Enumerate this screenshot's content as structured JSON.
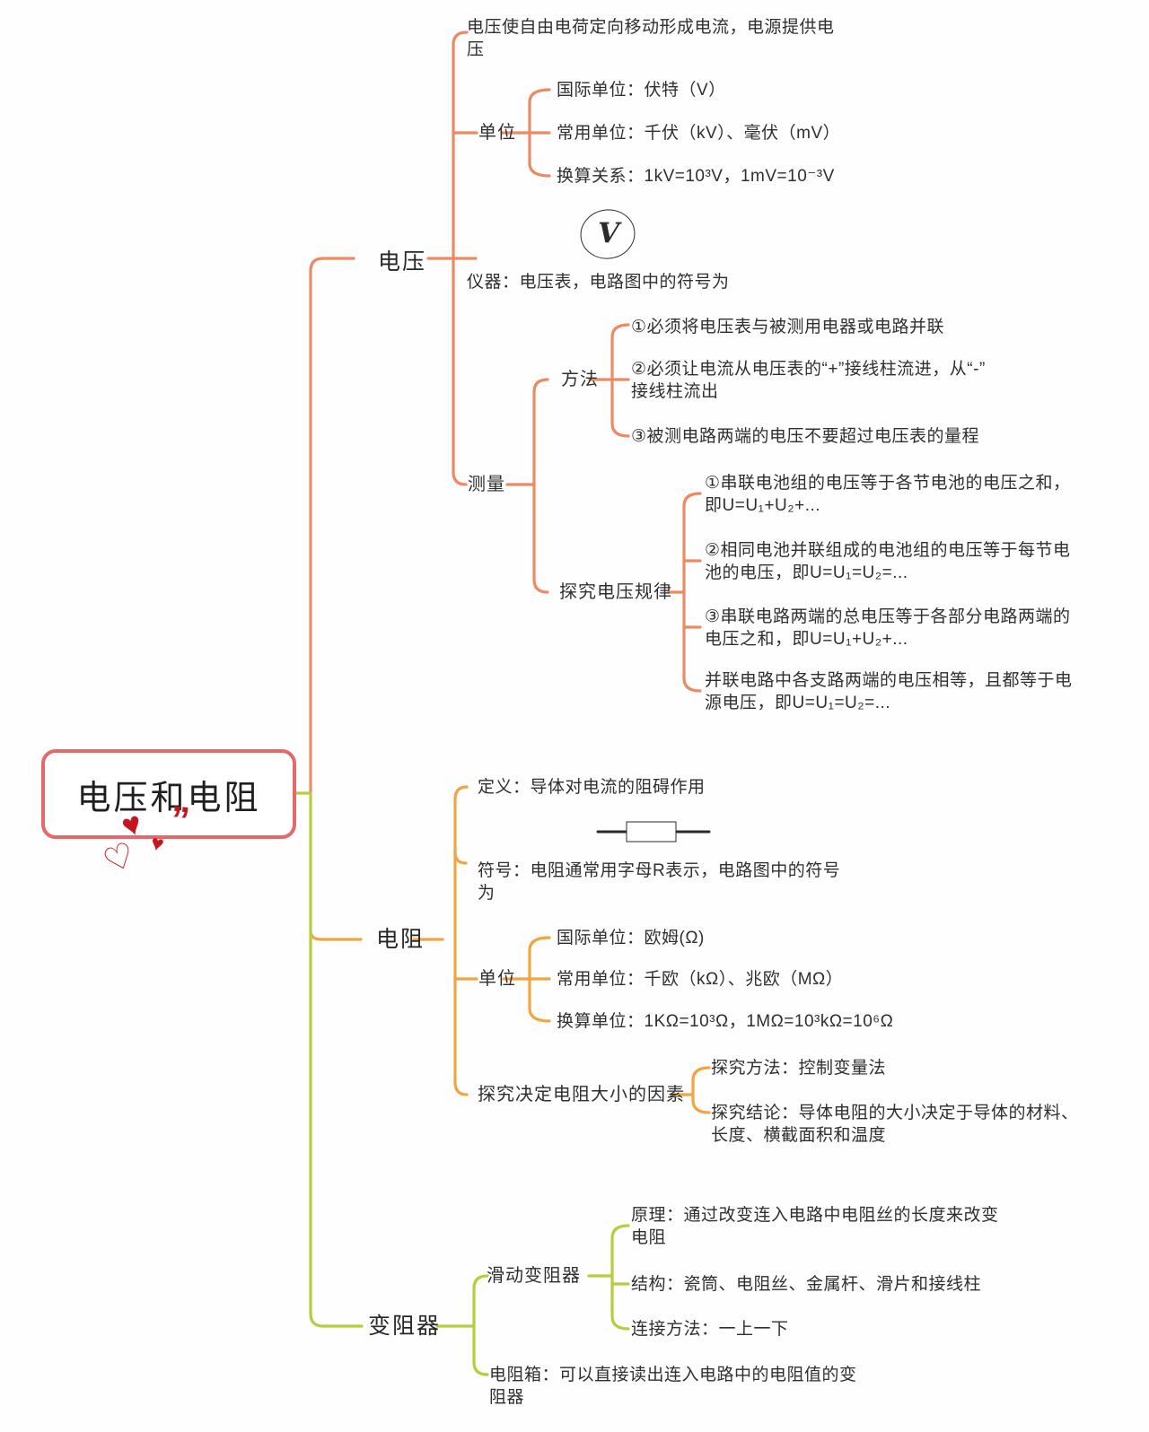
{
  "colors": {
    "voltage_branch": "#EB8A63",
    "resistance_branch": "#F2A440",
    "rheostat_branch": "#B9CB3E",
    "root_border": "#E5696B",
    "heart_red": "#C3161F",
    "ink": "#2B2B2B",
    "text": "#2F2F2F"
  },
  "root": {
    "title": "电压和电阻"
  },
  "voltage": {
    "label": "电压",
    "intro": {
      "line1": "电压使自由电荷定向移动形成电流，电源提供电",
      "line2": "压"
    },
    "unit": {
      "label": "单位",
      "items": [
        "国际单位：伏特（V）",
        "常用单位：千伏（kV）、毫伏（mV）",
        "换算关系：1kV=10³V，1mV=10⁻³V"
      ]
    },
    "instrument": {
      "symbol": "V",
      "text": "仪器：电压表，电路图中的符号为"
    },
    "measure": {
      "label": "测量",
      "method": {
        "label": "方法",
        "item1": "①必须将电压表与被测用电器或电路并联",
        "item2_line1": "②必须让电流从电压表的“+”接线柱流进，从“-”",
        "item2_line2": "接线柱流出",
        "item3": "③被测电路两端的电压不要超过电压表的量程"
      },
      "rules": {
        "label": "探究电压规律",
        "item1_line1": "①串联电池组的电压等于各节电池的电压之和，",
        "item1_line2": "即U=U₁+U₂+...",
        "item2_line1": "②相同电池并联组成的电池组的电压等于每节电",
        "item2_line2": "池的电压，即U=U₁=U₂=...",
        "item3_line1": "③串联电路两端的总电压等于各部分电路两端的",
        "item3_line2": "电压之和，即U=U₁+U₂+...",
        "item4_line1": "并联电路中各支路两端的电压相等，且都等于电",
        "item4_line2": "源电压，即U=U₁=U₂=..."
      }
    }
  },
  "resistance": {
    "label": "电阻",
    "definition": "定义：导体对电流的阻碍作用",
    "symbol": {
      "line1": "符号：电阻通常用字母R表示，电路图中的符号",
      "line2": "为"
    },
    "unit": {
      "label": "单位",
      "items": [
        "国际单位：欧姆(Ω)",
        "常用单位：千欧（kΩ）、兆欧（MΩ）",
        "换算单位：1KΩ=10³Ω，1MΩ=10³kΩ=10⁶Ω"
      ]
    },
    "factors": {
      "label": "探究决定电阻大小的因素",
      "item1": "探究方法：控制变量法",
      "item2_line1": "探究结论：导体电阻的大小决定于导体的材料、",
      "item2_line2": "长度、横截面积和温度"
    }
  },
  "rheostat": {
    "label": "变阻器",
    "slider": {
      "label": "滑动变阻器",
      "principle_line1": "原理：通过改变连入电路中电阻丝的长度来改变",
      "principle_line2": "电阻",
      "structure": "结构：瓷筒、电阻丝、金属杆、滑片和接线柱",
      "connection": "连接方法：一上一下"
    },
    "box": {
      "line1": "电阻箱：可以直接读出连入电路中的电阻值的变",
      "line2": "阻器"
    }
  },
  "decorations": {
    "hearts": [
      "♥",
      "♥",
      "♡"
    ],
    "quote": "”"
  }
}
